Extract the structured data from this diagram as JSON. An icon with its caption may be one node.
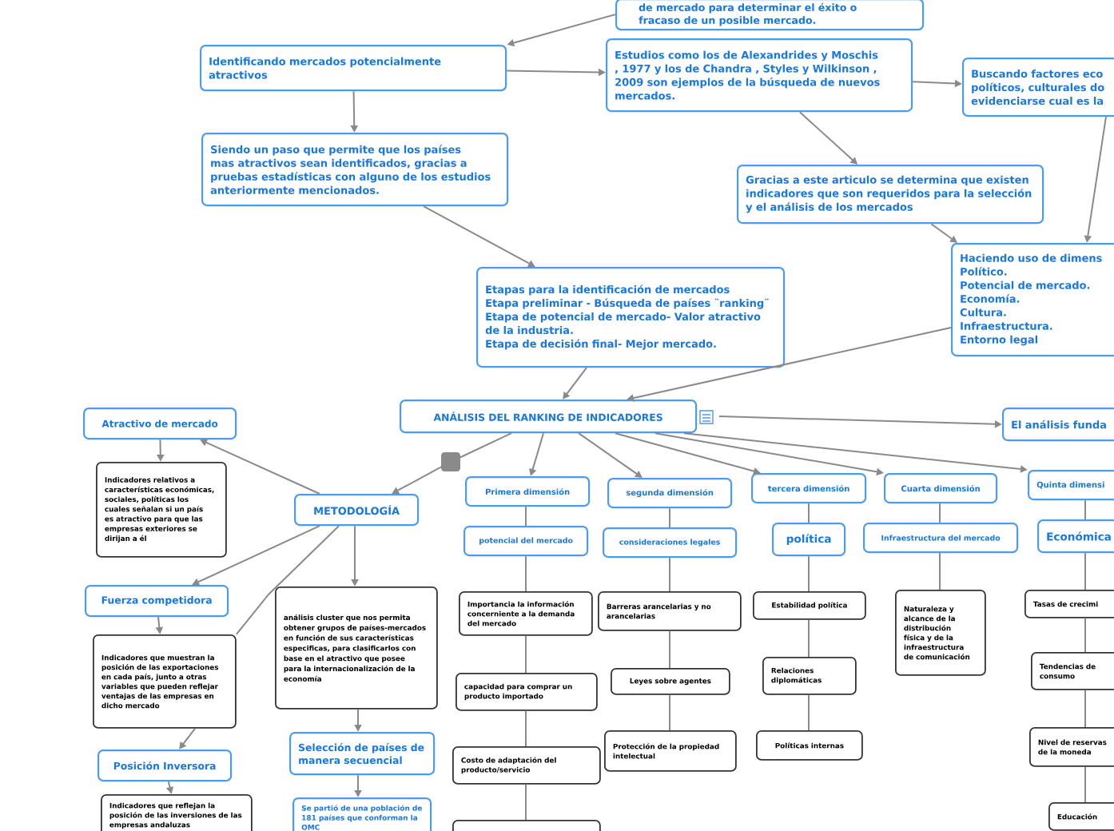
{
  "diagram": {
    "nodes": [
      {
        "text": [
          "de mercado para determinar el éxito o fracaso de un posible mercado."
        ]
      },
      {
        "text": [
          "Identificando mercados potencialmente atractivos"
        ]
      },
      {
        "text": [
          "Estudios como los de Alexandrides y Moschis , 1977 y los de Chandra , Styles y Wilkinson , 2009 son ejemplos de la búsqueda de nuevos mercados."
        ]
      },
      {
        "text": [
          "Buscando factores eco políticos, culturales do evidenciarse cual es la"
        ]
      },
      {
        "text": [
          "Siendo un paso que permite que los países mas atractivos sean identificados, gracias a pruebas estadísticas con alguno de los estudios anteriormente mencionados."
        ]
      },
      {
        "text": [
          "Gracias a este articulo se determina que existen indicadores que son requeridos para la selección y el análisis de los mercados"
        ]
      },
      {
        "text": [
          "Haciendo uso de dimens",
          "Político.",
          "Potencial de mercado.",
          "Economía.",
          "Cultura.",
          "Infraestructura.",
          "Entorno legal"
        ]
      },
      {
        "text": [
          "Etapas para la identificación de mercados",
          "Etapa preliminar - Búsqueda de países ¨ranking¨",
          "Etapa de potencial de mercado- Valor atractivo de la industria.",
          "Etapa de decisión final- Mejor mercado."
        ]
      },
      {
        "text": [
          "ANÁLISIS DEL RANKING DE INDICADORES"
        ]
      },
      {
        "text": [
          "El análisis funda"
        ]
      },
      {
        "text": [
          "Atractivo de mercado"
        ]
      },
      {
        "text": [
          "METODOLOGÍA"
        ]
      },
      {
        "text": [
          "Indicadores relativos a características económicas, sociales, políticas los cuales señalan si un país es atractivo para que las empresas exteriores se dirijan a él"
        ]
      },
      {
        "text": [
          "Primera dimensión"
        ]
      },
      {
        "text": [
          "segunda dimensión"
        ]
      },
      {
        "text": [
          "tercera dimensión"
        ]
      },
      {
        "text": [
          "Cuarta dimensión"
        ]
      },
      {
        "text": [
          "Quinta dimensi"
        ]
      },
      {
        "text": [
          "potencial del mercado"
        ]
      },
      {
        "text": [
          "consideraciones legales"
        ]
      },
      {
        "text": [
          "política"
        ]
      },
      {
        "text": [
          "Infraestructura del mercado"
        ]
      },
      {
        "text": [
          "Económica"
        ]
      },
      {
        "text": [
          "Fuerza competidora"
        ]
      },
      {
        "text": [
          "análisis cluster que nos permita obtener grupos de países-mercados en función de sus características especificas, para clasificarlos con base en el atractivo que posee para la internacionalización de la economía"
        ]
      },
      {
        "text": [
          "Importancia la información concerniente a la demanda del mercado"
        ]
      },
      {
        "text": [
          "Barreras arancelarias y no arancelarias"
        ]
      },
      {
        "text": [
          "Estabilidad política"
        ]
      },
      {
        "text": [
          "Naturaleza y alcance de la distribución física y de la infraestructura de comunicación"
        ]
      },
      {
        "text": [
          "Tasas de crecimi"
        ]
      },
      {
        "text": [
          "Indicadores que muestran la posición de las exportaciones en cada país, junto a otras variables que pueden reflejar ventajas de las empresas en dicho mercado"
        ]
      },
      {
        "text": [
          "capacidad para comprar un producto importado"
        ]
      },
      {
        "text": [
          "Leyes sobre agentes"
        ]
      },
      {
        "text": [
          "Relaciones diplomáticas"
        ]
      },
      {
        "text": [
          "Tendencias de consumo"
        ]
      },
      {
        "text": [
          "Selección de países de manera secuencial"
        ]
      },
      {
        "text": [
          "Posición Inversora"
        ]
      },
      {
        "text": [
          "Costo de adaptación del producto/servicio"
        ]
      },
      {
        "text": [
          "Protección de la propiedad intelectual"
        ]
      },
      {
        "text": [
          "Políticas internas"
        ]
      },
      {
        "text": [
          "Nivel de reservas de la moneda"
        ]
      },
      {
        "text": [
          "Indicadores que reflejan la posición de las inversiones de las empresas andaluzas"
        ]
      },
      {
        "text": [
          "Se partió de una población de 181 países que conforman la OMC"
        ]
      },
      {
        "text": [],
        "shape": "box"
      },
      {
        "text": [
          "Educación"
        ]
      }
    ],
    "edges": [
      {
        "from": 0,
        "to": 1,
        "arrow": "to"
      },
      {
        "from": 1,
        "to": 2,
        "arrow": "to"
      },
      {
        "from": 1,
        "to": 4,
        "arrow": "to"
      },
      {
        "from": 2,
        "to": 3,
        "arrow": "to"
      },
      {
        "from": 2,
        "to": 5,
        "arrow": "to"
      },
      {
        "from": 3,
        "to": 6,
        "arrow": "to"
      },
      {
        "from": 5,
        "to": 6,
        "arrow": "to"
      },
      {
        "from": 4,
        "to": 7,
        "arrow": "to"
      },
      {
        "from": 7,
        "to": 8,
        "arrow": "to"
      },
      {
        "from": 6,
        "to": 8,
        "arrow": "to"
      },
      {
        "from": 8,
        "to": 9,
        "arrow": "to"
      },
      {
        "from": 8,
        "to": 11,
        "arrow": "to"
      },
      {
        "from": 8,
        "to": 13,
        "arrow": "to"
      },
      {
        "from": 8,
        "to": 14,
        "arrow": "to"
      },
      {
        "from": 8,
        "to": 15,
        "arrow": "to"
      },
      {
        "from": 8,
        "to": 16,
        "arrow": "to"
      },
      {
        "from": 8,
        "to": 17,
        "arrow": "to"
      },
      {
        "from": 11,
        "to": 10,
        "arrow": "to"
      },
      {
        "from": 10,
        "to": 12,
        "arrow": "to"
      },
      {
        "from": 11,
        "to": 23,
        "arrow": "to"
      },
      {
        "from": 11,
        "to": 24,
        "arrow": "to"
      },
      {
        "from": 11,
        "to": 30,
        "arrow": "none"
      },
      {
        "from": 23,
        "to": 30,
        "arrow": "to"
      },
      {
        "from": 30,
        "to": 36,
        "arrow": "to"
      },
      {
        "from": 36,
        "to": 41,
        "arrow": "to"
      },
      {
        "from": 24,
        "to": 35,
        "arrow": "to"
      },
      {
        "from": 35,
        "to": 42,
        "arrow": "to"
      },
      {
        "from": 13,
        "to": 18,
        "arrow": "none"
      },
      {
        "from": 18,
        "to": 25,
        "arrow": "none"
      },
      {
        "from": 25,
        "to": 31,
        "arrow": "none"
      },
      {
        "from": 31,
        "to": 37,
        "arrow": "none"
      },
      {
        "from": 37,
        "to": 43,
        "arrow": "none"
      },
      {
        "from": 14,
        "to": 19,
        "arrow": "none"
      },
      {
        "from": 19,
        "to": 26,
        "arrow": "none"
      },
      {
        "from": 26,
        "to": 32,
        "arrow": "none"
      },
      {
        "from": 32,
        "to": 38,
        "arrow": "none"
      },
      {
        "from": 15,
        "to": 20,
        "arrow": "none"
      },
      {
        "from": 20,
        "to": 27,
        "arrow": "none"
      },
      {
        "from": 27,
        "to": 33,
        "arrow": "none"
      },
      {
        "from": 33,
        "to": 39,
        "arrow": "none"
      },
      {
        "from": 16,
        "to": 21,
        "arrow": "none"
      },
      {
        "from": 21,
        "to": 28,
        "arrow": "none"
      },
      {
        "from": 17,
        "to": 22,
        "arrow": "none"
      },
      {
        "from": 22,
        "to": 29,
        "arrow": "none"
      },
      {
        "from": 29,
        "to": 34,
        "arrow": "none"
      },
      {
        "from": 34,
        "to": 40,
        "arrow": "none"
      },
      {
        "from": 40,
        "to": 44,
        "arrow": "none"
      }
    ]
  }
}
